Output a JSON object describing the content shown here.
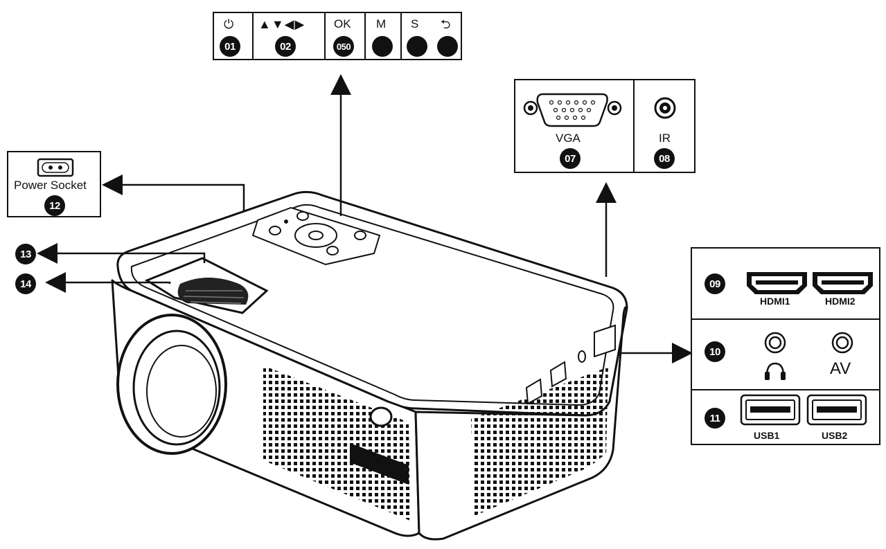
{
  "control_panel": {
    "power_symbol": "⏻",
    "arrows_symbol": "▲▼◀▶",
    "ok_label": "OK",
    "m_label": "M",
    "s_label": "S",
    "back_symbol": "⮌",
    "badge_01": "01",
    "badge_02": "02",
    "badge_ok": "050"
  },
  "power_socket": {
    "label": "Power Socket",
    "badge": "12"
  },
  "lens_callouts": {
    "badge_13": "13",
    "badge_14": "14"
  },
  "vga_ir": {
    "vga_label": "VGA",
    "vga_badge": "07",
    "ir_label": "IR",
    "ir_badge": "08"
  },
  "side_ports": {
    "badge_09": "09",
    "hdmi1_label": "HDMI1",
    "hdmi2_label": "HDMI2",
    "badge_10": "10",
    "av_label": "AV",
    "badge_11": "11",
    "usb1_label": "USB1",
    "usb2_label": "USB2"
  },
  "icons": [
    "power-icon",
    "arrow-keys-icon",
    "back-icon",
    "headphone-icon",
    "ac-socket-icon",
    "vga-port-icon",
    "ir-sensor-icon",
    "hdmi-port-icon",
    "usb-port-icon",
    "audio-jack-icon"
  ],
  "colors": {
    "ink": "#111111",
    "background": "#ffffff"
  }
}
